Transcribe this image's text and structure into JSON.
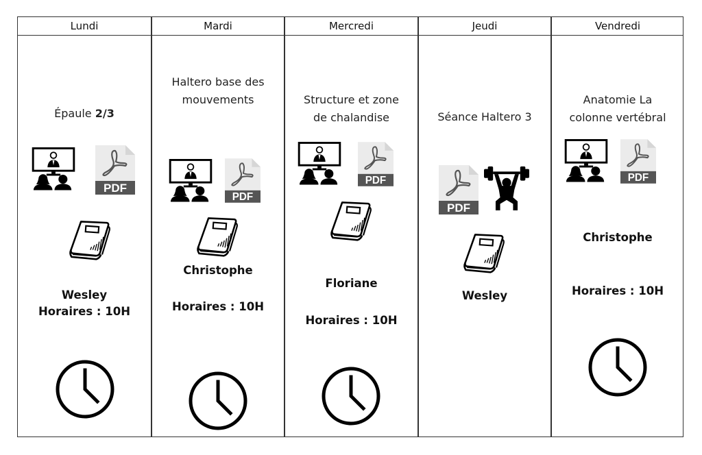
{
  "days": [
    {
      "day": "Lundi",
      "title_prefix": "Épaule ",
      "title_bold": "2/3",
      "icons": [
        "video-conference-icon",
        "pdf-icon",
        "book-icon",
        "clock-icon"
      ],
      "instructor": "Wesley",
      "schedule": "Horaires : 10H"
    },
    {
      "day": "Mardi",
      "title_line1": "Haltero base des",
      "title_line2": "mouvements",
      "icons": [
        "video-conference-icon",
        "pdf-icon",
        "book-icon",
        "clock-icon"
      ],
      "instructor": "Christophe",
      "schedule": "Horaires : 10H"
    },
    {
      "day": "Mercredi",
      "title_line1": "Structure et zone",
      "title_line2": "de chalandise",
      "icons": [
        "video-conference-icon",
        "pdf-icon",
        "book-icon",
        "clock-icon"
      ],
      "instructor": "Floriane",
      "schedule": "Horaires : 10H"
    },
    {
      "day": "Jeudi",
      "title_line1": "Séance Haltero 3",
      "icons": [
        "pdf-icon",
        "weightlifting-icon",
        "book-icon"
      ],
      "instructor": "Wesley"
    },
    {
      "day": "Vendredi",
      "title_line1": "Anatomie La",
      "title_line2": "colonne vertébral",
      "icons": [
        "video-conference-icon",
        "pdf-icon",
        "clock-icon"
      ],
      "instructor": "Christophe",
      "schedule": "Horaires : 10H"
    }
  ],
  "pdf_label": "PDF",
  "colors": {
    "border": "#333333",
    "pdf_body": "#ebebeb",
    "pdf_band": "#555555",
    "pdf_fold": "#d6d6d6",
    "icon": "#000000"
  }
}
